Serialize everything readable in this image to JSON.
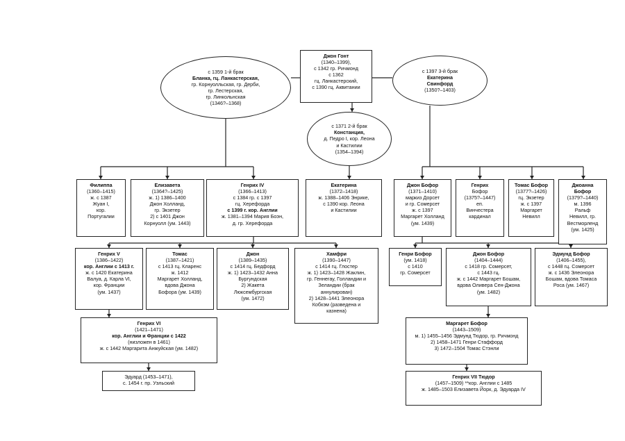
{
  "nodes": {
    "john_gaunt": {
      "name": "Джон Гонт",
      "lines": [
        "(1340–1399),",
        "с 1342 гр. Ричмонд",
        "с 1362",
        "гц. Ланкастерский,",
        "с 1390 гц. Аквитании"
      ]
    },
    "blanca": {
      "name": "",
      "lines": [
        "с 1359 1-й брак",
        "**Бланка, гц. Ланкастерская,",
        "гр. Корнуолльская, гр. Дерби,",
        "гр. Лестерская,",
        "гр. Линкольнская",
        "(1346?–1368)"
      ]
    },
    "constance": {
      "name": "",
      "lines": [
        "с 1371 2-й брак",
        "**Констанция,",
        "д. Педро I, кор. Леона",
        "и Кастилии",
        "(1354–1394)"
      ]
    },
    "katherine_swynford": {
      "name": "",
      "lines": [
        "с 1397 3-й брак",
        "**Екатерина",
        "**Свинфорд",
        "(1350?–1403)"
      ]
    },
    "philippa": {
      "name": "Филиппа",
      "lines": [
        "(1360–1415)",
        "ж. с 1387",
        "Жуан I,",
        "кор.",
        "Португалии"
      ]
    },
    "elizabeth": {
      "name": "Елизавета",
      "lines": [
        "(1364?–1425)",
        "ж. 1) 1386–1400",
        "Джон Холланд,",
        "гр. Экзетер",
        "2) с 1401 Джон",
        "Корнуолл (ум. 1443)"
      ]
    },
    "henry4": {
      "name": "Генрих IV",
      "lines": [
        "(1366–1413)",
        "с 1384 гр. с 1397",
        "гц. Херефорда",
        "**с 1399 г. кор. Англии",
        "ж. 1381–1394 Мария Боэн,",
        "д. гр. Херефорда"
      ]
    },
    "catherine": {
      "name": "Екатерина",
      "lines": [
        "(1372–1418)",
        "ж. 1388–1406 Энрике,",
        "с 1390 кор. Леона",
        "и Кастилии"
      ]
    },
    "john_beaufort": {
      "name": "Джон Бофор",
      "lines": [
        "(1371–1410)",
        "маркиз Дорсет",
        "и гр. Сомерсет",
        "ж. с 1397",
        "Маргарет Холланд",
        "(ум. 1439)"
      ]
    },
    "henry_beaufort": {
      "name": "Генрих",
      "lines": [
        "Бофор",
        "(1375?–1447)",
        "еп.",
        "Винчестера",
        "кардинал"
      ]
    },
    "thomas_beaufort": {
      "name": "Томас Бофор",
      "lines": [
        "(1377?–1426)",
        "гц. Экзетер",
        "ж. с 1397",
        "Маргарет",
        "Невилл"
      ]
    },
    "joan_beaufort": {
      "name": "Джоанна",
      "lines": [
        "**Бофор",
        "(1379?–1440)",
        "м. 1396",
        "Ральф",
        "Невилл, гр.",
        "Вестморленд",
        "(ум. 1425)"
      ]
    },
    "henry5": {
      "name": "Генрих V",
      "lines": [
        "(1386–1422)",
        "**кор. Англии с 1413 г.",
        "ж. с 1420 Екатерина",
        "Валуа, д. Карла VI,",
        "кор. Франции",
        "(ум. 1437)"
      ]
    },
    "thomas": {
      "name": "Томас",
      "lines": [
        "(1387–1421)",
        "с 1413 гц. Кларенс",
        "ж. 1412",
        "Маргарет Холланд,",
        "вдова Джона",
        "Бофора (ум. 1439)"
      ]
    },
    "john": {
      "name": "Джон",
      "lines": [
        "(1389–1435)",
        "с 1414 гц. Бедфорд",
        "ж. 1) 1423–1432 Анна",
        "Бургундская",
        "2) Жакета",
        "Люксембургская",
        "(ум. 1472)"
      ]
    },
    "humphrey": {
      "name": "Хамфри",
      "lines": [
        "(1390–1447)",
        "с 1414 гц. Глостер",
        "ж. 1) 1423–1428 Жаклин,",
        "гр. Геннегау, Голландии и",
        "Зеландии (брак",
        "аннулирован)",
        "2) 1428–1441 Элеонора",
        "Кобхэм (разведена и",
        "казнена)"
      ]
    },
    "henry_beaufort2": {
      "name": "Генри Бофор",
      "lines": [
        "(ум. 1418)",
        "с 1410",
        "гр. Сомерсет"
      ]
    },
    "john_beaufort2": {
      "name": "Джон Бофор",
      "lines": [
        "(1404–1444)",
        "с 1418 гр. Сомерсет,",
        "с 1443 гц.",
        "ж. с 1442 Маргарет Бошам,",
        "вдова Оливера Сен-Джона",
        "(ум. 1482)"
      ]
    },
    "edmund_beaufort": {
      "name": "Эдмунд Бофор",
      "lines": [
        "(1406–1455),",
        "с 1448 гц. Сомерсет",
        "ж. с 1436 Элеонора",
        "Бошам, вдова Томаса",
        "Роса (ум. 1467)"
      ]
    },
    "henry6": {
      "name": "Генрих VI",
      "lines": [
        "(1421–1471)",
        "**кор. Англии и Франции с 1422",
        "(низложен в 1461)",
        "ж. с 1442 Маргарита Анжуйская (ум. 1482)"
      ]
    },
    "margaret_beaufort": {
      "name": "Маргарет Бофор",
      "lines": [
        "(1443–1509)",
        "м. 1) 1455–1456 Эдмунд Тюдор, гр. Ричмонд",
        "2) 1458–1471 Генри Стаффорд",
        "3) 1472–1504 Томас Стэнли"
      ]
    },
    "edward": {
      "name": "",
      "lines": [
        "Эдуард (1453–1471),",
        "с. 1454 г. пр. Уэльский"
      ]
    },
    "henry7": {
      "name": "Генрих VII Тюдор",
      "lines": [
        "(1457–1509) **кор. Англии с 1485",
        "ж. 1485–1503 Елизавета Йорк, д. Эдуарда IV"
      ]
    }
  }
}
